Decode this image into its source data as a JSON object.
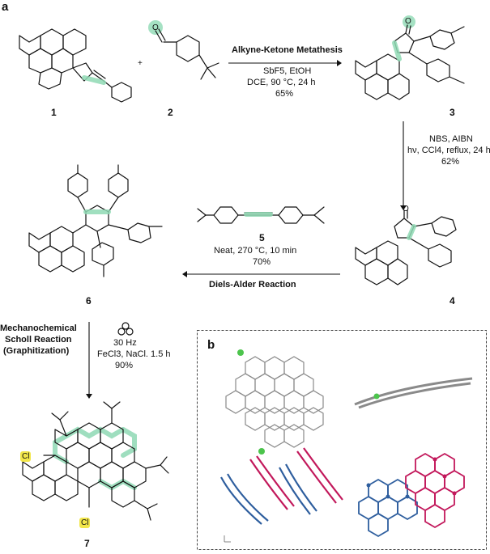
{
  "panel_a": "a",
  "panel_b": "b",
  "plus": "+",
  "compounds": {
    "c1": "1",
    "c2": "2",
    "c3": "3",
    "c4": "4",
    "c5": "5",
    "c6": "6",
    "c7": "7"
  },
  "atoms": {
    "oxygen_2": "O",
    "oxygen_3": "O",
    "oxygen_4": "O",
    "cl_top": "Cl",
    "cl_bottom": "Cl"
  },
  "step1": {
    "name": "Alkyne-Ketone Metathesis",
    "cond1": "SbF5, EtOH",
    "cond2": "DCE, 90 °C, 24 h",
    "yield": "65%"
  },
  "step2": {
    "cond1": "NBS, AIBN",
    "cond2": "hν, CCl4, reflux, 24 h",
    "yield": "62%"
  },
  "step3": {
    "name": "Diels-Alder Reaction",
    "cond1": "Neat, 270 °C, 10 min",
    "yield": "70%"
  },
  "step4": {
    "name_line1": "Mechanochemical",
    "name_line2": "Scholl Reaction",
    "name_line3": "(Graphitization)",
    "cond1": "30 Hz",
    "cond2": "FeCl3, NaCl. 1.5 h",
    "yield": "90%"
  },
  "colors": {
    "highlight": "#8fd9b4",
    "cl_highlight": "#f2e64a",
    "crystal_blue": "#2e5e9e",
    "crystal_magenta": "#c2185b",
    "crystal_gray": "#8a8a8a",
    "crystal_green": "#4cc44c"
  }
}
